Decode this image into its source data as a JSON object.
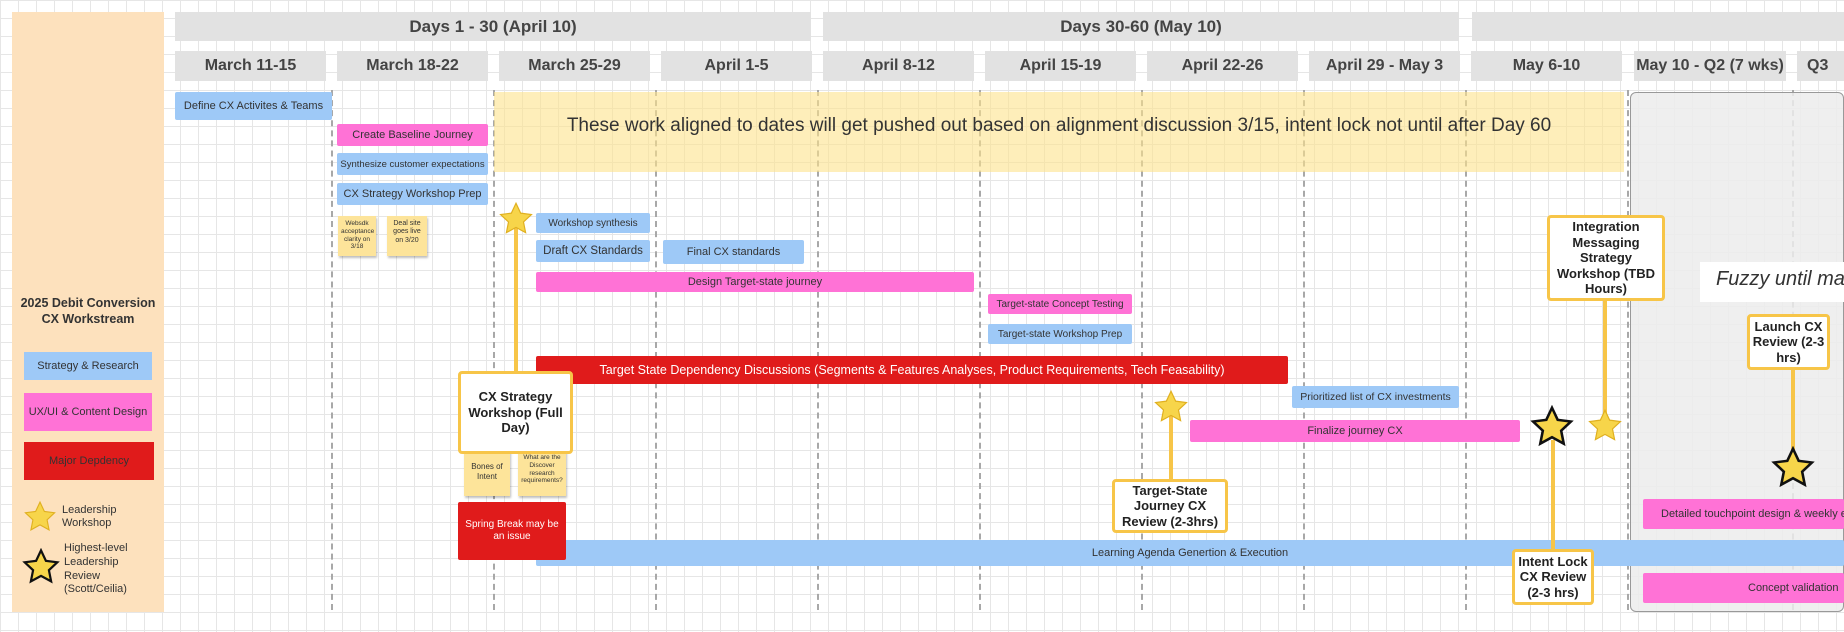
{
  "phases": [
    "Days 1 - 30 (April 10)",
    "Days 30-60 (May 10)",
    ""
  ],
  "weeks": [
    "March 11-15",
    "March 18-22",
    "March 25-29",
    "April 1-5",
    "April 8-12",
    "April 15-19",
    "April 22-26",
    "April 29 - May 3",
    "May 6-10",
    "May 10 - Q2 (7 wks)",
    "Q3"
  ],
  "legend": {
    "title": "2025 Debit Conversion CX Workstream",
    "strategy": "Strategy & Research",
    "ux": "UX/UI & Content Design",
    "major": "Major Depdency",
    "leadership_workshop": "Leadership Workshop",
    "highest_review": "Highest-level Leadership Review (Scott/Ceilia)"
  },
  "banner": "These work aligned to dates will get pushed out based on alignment discussion 3/15, intent lock not until after Day 60",
  "fuzzy": "Fuzzy until ma",
  "bars": {
    "define_cx": "Define CX Activites & Teams",
    "baseline": "Create Baseline Journey",
    "synthesize": "Synthesize customer expectations",
    "workshop_prep": "CX Strategy Workshop Prep",
    "workshop_synthesis": "Workshop synthesis",
    "draft_standards": "Draft CX Standards",
    "final_standards": "Final CX standards",
    "design_target": "Design Target-state journey",
    "concept_testing": "Target-state Concept Testing",
    "ts_workshop_prep": "Target-state Workshop Prep",
    "dependency": "Target State Dependency Discussions (Segments & Features Analyses, Product Requirements, Tech Feasability)",
    "prioritized": "Prioritized list of CX investments",
    "finalize": "Finalize journey CX",
    "learning": "Learning Agenda Genertion & Execution",
    "spring_break": "Spring Break may be an issue",
    "detailed": "Detailed touchpoint design & weekly ex",
    "concept_validation": "Concept validation"
  },
  "stickies": {
    "s1": "Websdk acceptance clarity on 3/18",
    "s2": "Deal site goes live on 3/20",
    "s3": "Bones of Intent",
    "s4": "What are the Discover research requirements?"
  },
  "callouts": {
    "cx_workshop": "CX Strategy Workshop (Full Day)",
    "target_review": "Target-State Journey CX Review (2-3hrs)",
    "integration": "Integration Messaging Strategy Workshop (TBD Hours)",
    "intent_lock": "Intent Lock CX Review (2-3 hrs)",
    "launch_review": "Launch CX Review (2-3 hrs)"
  },
  "colors": {
    "blue": "#9ec9f7",
    "pink": "#ff72d6",
    "red": "#e01b1b",
    "yellow": "#f7c548",
    "legend_bg": "#fde1bd"
  }
}
